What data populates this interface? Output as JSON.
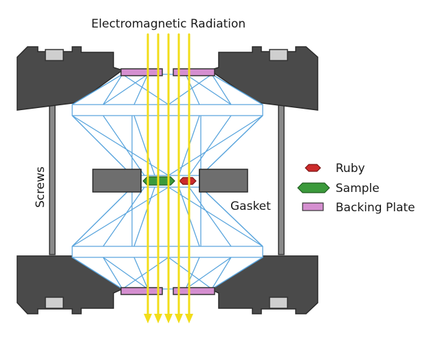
{
  "labels": {
    "radiation": "Electromagnetic Radiation",
    "screws": "Screws",
    "gasket": "Gasket"
  },
  "legend": [
    {
      "label": "Ruby",
      "shape": "hexagon",
      "color": "#cc2b2b"
    },
    {
      "label": "Sample",
      "shape": "hexagon",
      "color": "#3b9a3b"
    },
    {
      "label": "Backing Plate",
      "shape": "rectangle",
      "color": "#d58fd0"
    }
  ],
  "colors": {
    "frame": "#4a4a4a",
    "frame_dark": "#3c3c3c",
    "hole": "#cfcfcf",
    "diamond_ray": "#5aa5dd",
    "beam": "#f2dd19",
    "gasket": "#6e6e6e",
    "screw": "#8a8a8a"
  }
}
